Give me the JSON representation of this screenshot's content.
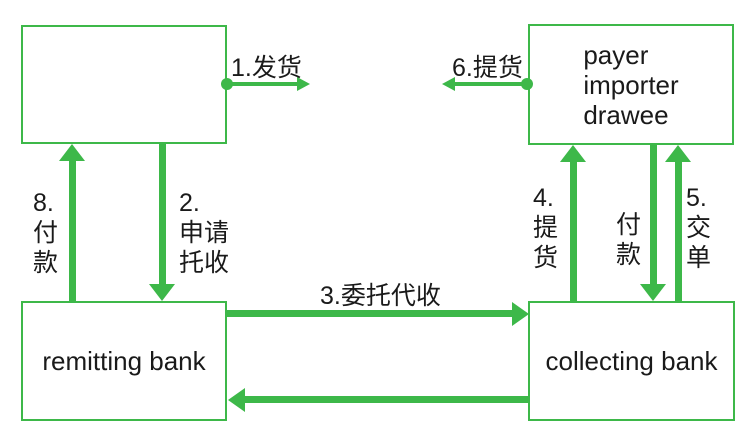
{
  "colors": {
    "green": "#3db849",
    "text": "#1a1a1a",
    "bg": "#ffffff"
  },
  "boxes": {
    "exporter": {
      "label": ""
    },
    "payer": {
      "label": "payer\nimporter\ndrawee"
    },
    "remitting": {
      "label": "remitting bank"
    },
    "collecting": {
      "label": "collecting bank"
    }
  },
  "labels": {
    "step1": "1.发货",
    "step2": "2.\n申请\n托收",
    "step3": "3.委托代收",
    "step4": "4.\n提\n货",
    "step5": "5.\n交\n单",
    "step6": "6.提货",
    "payment": "付\n款",
    "step8": "8.\n付\n款"
  }
}
